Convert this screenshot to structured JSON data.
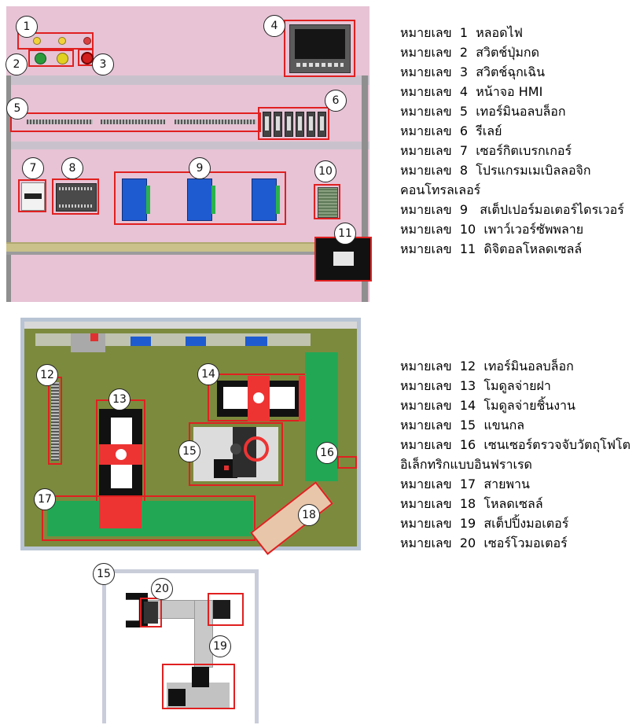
{
  "legend_top": [
    {
      "prefix": "หมายเลข",
      "num": "1",
      "label": "หลอดไฟ"
    },
    {
      "prefix": "หมายเลข",
      "num": "2",
      "label": "สวิตช์ปุ่มกด"
    },
    {
      "prefix": "หมายเลข",
      "num": "3",
      "label": "สวิตช์ฉุกเฉิน"
    },
    {
      "prefix": "หมายเลข",
      "num": "4",
      "label": "หน้าจอ HMI"
    },
    {
      "prefix": "หมายเลข",
      "num": "5",
      "label": "เทอร์มินอลบล็อก"
    },
    {
      "prefix": "หมายเลข",
      "num": "6",
      "label": "รีเลย์"
    },
    {
      "prefix": "หมายเลข",
      "num": "7",
      "label": "เซอร์กิตเบรกเกอร์"
    },
    {
      "prefix": "หมายเลข",
      "num": "8",
      "label": "โปรแกรมเมเบิลลอจิก"
    },
    {
      "prefix": "",
      "num": "",
      "label": "คอนโทรลเลอร์"
    },
    {
      "prefix": "หมายเลข",
      "num": "9",
      "label": "สเต็ปเปอร์มอเตอร์ไดรเวอร์"
    },
    {
      "prefix": "หมายเลข",
      "num": "10",
      "label": "เพาว์เวอร์ซัพพลาย"
    },
    {
      "prefix": "หมายเลข",
      "num": "11",
      "label": "ดิจิตอลโหลดเซลล์"
    }
  ],
  "legend_mid": [
    {
      "prefix": "หมายเลข",
      "num": "12",
      "label": "เทอร์มินอลบล็อก"
    },
    {
      "prefix": "หมายเลข",
      "num": "13",
      "label": "โมดูลจ่ายฝา"
    },
    {
      "prefix": "หมายเลข",
      "num": "14",
      "label": "โมดูลจ่ายชิ้นงาน"
    },
    {
      "prefix": "หมายเลข",
      "num": "15",
      "label": "แขนกล"
    },
    {
      "prefix": "หมายเลข",
      "num": "16",
      "label": "เซนเซอร์ตรวจจับวัตถุโฟโต"
    },
    {
      "prefix": "",
      "num": "",
      "label": "อิเล็กทริกแบบอินฟราเรด"
    },
    {
      "prefix": "หมายเลข",
      "num": "17",
      "label": "สายพาน"
    },
    {
      "prefix": "หมายเลข",
      "num": "18",
      "label": "โหลดเซลล์"
    },
    {
      "prefix": "หมายเลข",
      "num": "19",
      "label": "สเต็ปปิ้งมอเตอร์"
    },
    {
      "prefix": "หมายเลข",
      "num": "20",
      "label": "เซอร์โวมอเตอร์"
    }
  ],
  "callouts": {
    "c1": "1",
    "c2": "2",
    "c3": "3",
    "c4": "4",
    "c5": "5",
    "c6": "6",
    "c7": "7",
    "c8": "8",
    "c9": "9",
    "c10": "10",
    "c11": "11",
    "c12": "12",
    "c13": "13",
    "c14": "14",
    "c15": "15",
    "c16": "16",
    "c17": "17",
    "c18": "18",
    "c15b": "15",
    "c19": "19",
    "c20": "20"
  },
  "colors": {
    "cabinet_bg": "#e8c4d6",
    "frame": "#9a9a9a",
    "table_bg": "#7d8c40",
    "belt": "#22a855",
    "module_red": "#ee3333",
    "callout_border": "#e02020"
  }
}
